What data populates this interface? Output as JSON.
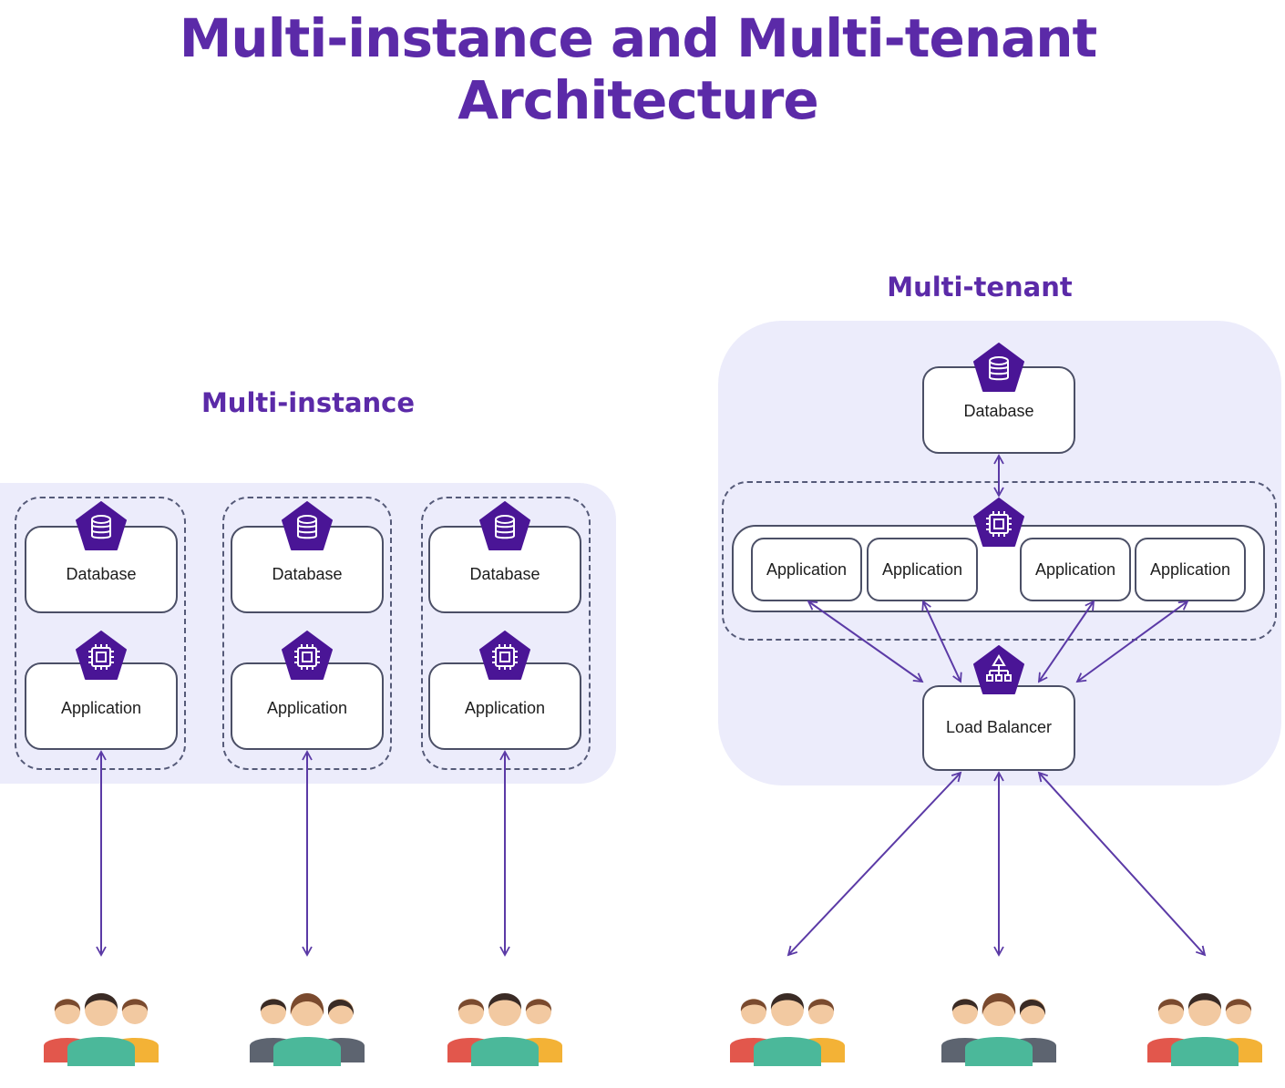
{
  "title": "Multi-instance and Multi-tenant Architecture",
  "multi_instance": {
    "title": "Multi-instance",
    "instances": [
      {
        "database": "Database",
        "application": "Application"
      },
      {
        "database": "Database",
        "application": "Application"
      },
      {
        "database": "Database",
        "application": "Application"
      }
    ]
  },
  "multi_tenant": {
    "title": "Multi-tenant",
    "database": "Database",
    "applications": [
      "Application",
      "Application",
      "Application",
      "Application"
    ],
    "load_balancer": "Load Balancer"
  },
  "icons": {
    "database": "database-icon",
    "application": "cpu-chip-icon",
    "load_balancer": "network-hierarchy-icon",
    "users": "user-group-icon"
  },
  "colors": {
    "accent": "#5b2aa8",
    "badge": "#4a1596",
    "panel": "#ececfb",
    "arrow": "#5b3aa6"
  }
}
